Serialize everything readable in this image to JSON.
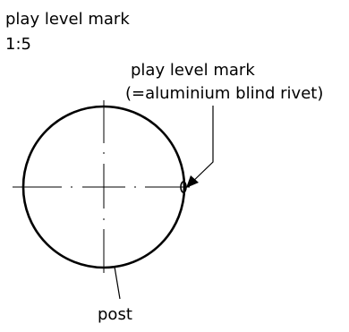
{
  "title": "play level mark",
  "scale": "1:5",
  "callout": {
    "line1": "play level mark",
    "line2": "(=aluminium blind rivet)"
  },
  "post_label": "post",
  "colors": {
    "line": "#000000",
    "background": "#ffffff"
  }
}
